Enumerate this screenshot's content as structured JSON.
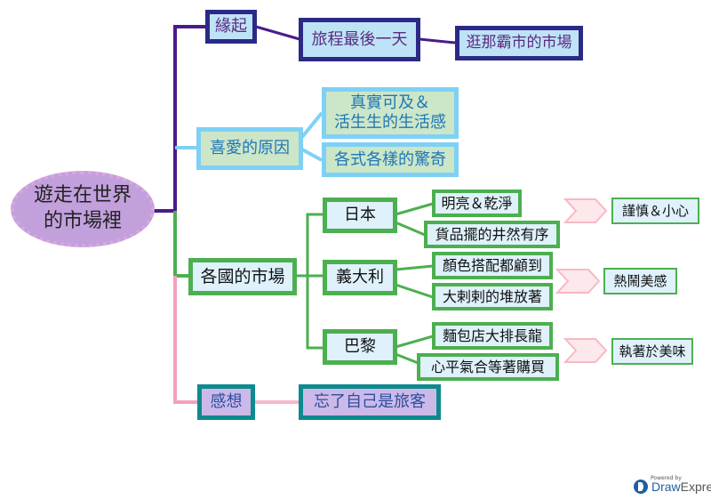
{
  "root": {
    "label": "遊走在世界\n的市場裡"
  },
  "branches": {
    "origin": {
      "label": "緣起",
      "child": "旅程最後一天",
      "grandchild": "逛那霸市的市場",
      "color": "#4a1a8c"
    },
    "reasons": {
      "label": "喜愛的原因",
      "children": [
        "真實可及＆\n活生生的生活感",
        "各式各樣的驚奇"
      ],
      "color": "#7fd0f5"
    },
    "markets": {
      "label": "各國的市場",
      "color": "#4caf50",
      "countries": [
        {
          "name": "日本",
          "items": [
            "明亮＆乾淨",
            "貨品擺的井然有序"
          ],
          "summary": "謹慎＆小心"
        },
        {
          "name": "義大利",
          "items": [
            "顏色搭配都顧到",
            "大剌剌的堆放著"
          ],
          "summary": "熱鬧美感"
        },
        {
          "name": "巴黎",
          "items": [
            "麵包店大排長龍",
            "心平氣合等著購買"
          ],
          "summary": "執著於美味"
        }
      ]
    },
    "thoughts": {
      "label": "感想",
      "child": "忘了自己是旅客",
      "color": "#f4a0c0"
    }
  },
  "branding": {
    "powered_by": "Powered by",
    "name_a": "Draw",
    "name_b": "Express"
  }
}
